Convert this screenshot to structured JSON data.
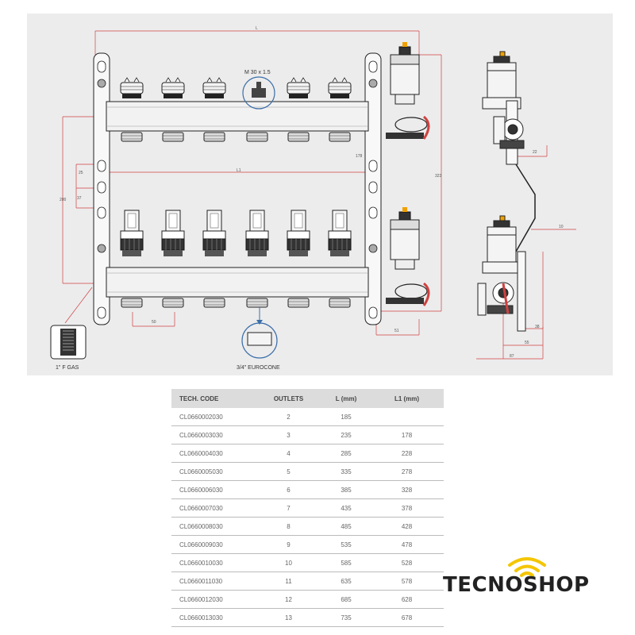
{
  "drawing": {
    "dimensions": {
      "L": "L",
      "L1": "L1",
      "d25": "25",
      "d37": "37",
      "d200": "200",
      "d178": "178",
      "d323": "323",
      "d50": "50",
      "d51": "51",
      "d22": "22",
      "d10": "10",
      "d38": "38",
      "d55": "55",
      "d87": "87"
    },
    "callouts": {
      "thread": "M 30 x 1.5",
      "gas": "1\" F GAS",
      "eurocone": "3/4\" EUROCONE"
    }
  },
  "table": {
    "headers": [
      "TECH. CODE",
      "OUTLETS",
      "L (mm)",
      "L1 (mm)"
    ],
    "rows": [
      [
        "CL0660002030",
        "2",
        "185",
        ""
      ],
      [
        "CL0660003030",
        "3",
        "235",
        "178"
      ],
      [
        "CL0660004030",
        "4",
        "285",
        "228"
      ],
      [
        "CL0660005030",
        "5",
        "335",
        "278"
      ],
      [
        "CL0660006030",
        "6",
        "385",
        "328"
      ],
      [
        "CL0660007030",
        "7",
        "435",
        "378"
      ],
      [
        "CL0660008030",
        "8",
        "485",
        "428"
      ],
      [
        "CL0660009030",
        "9",
        "535",
        "478"
      ],
      [
        "CL0660010030",
        "10",
        "585",
        "528"
      ],
      [
        "CL0660011030",
        "11",
        "635",
        "578"
      ],
      [
        "CL0660012030",
        "12",
        "685",
        "628"
      ],
      [
        "CL0660013030",
        "13",
        "735",
        "678"
      ]
    ]
  },
  "logo": {
    "text": "TECNOSHOP",
    "accent_color": "#f4c600"
  },
  "colors": {
    "dimension_line": "#d0413f",
    "drawing_bg": "#ececed",
    "header_bg": "#dcdcdc"
  }
}
